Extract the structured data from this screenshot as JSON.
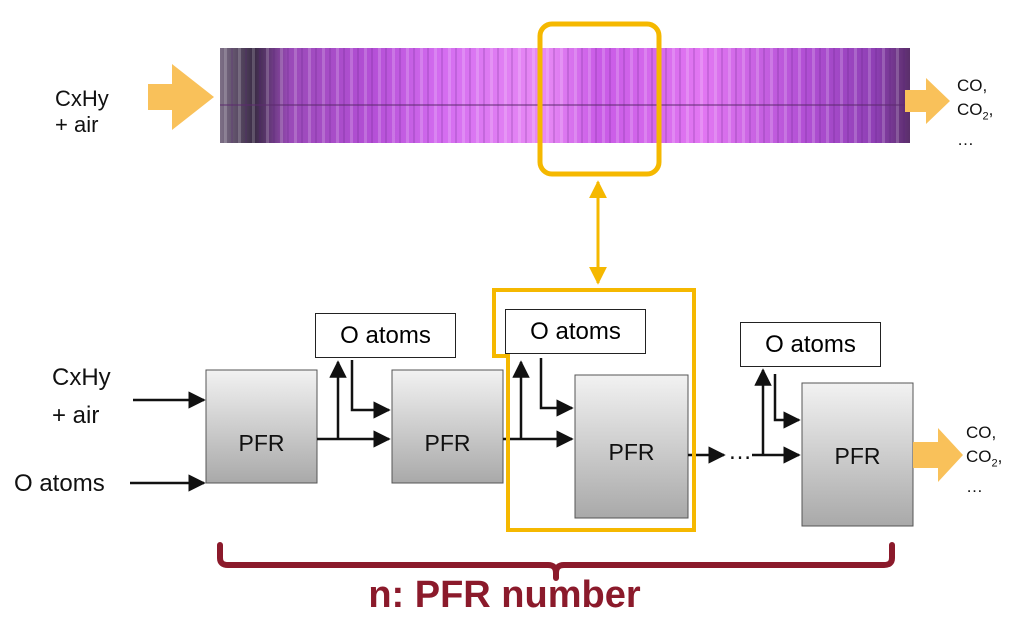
{
  "flame_panel": {
    "left_input": [
      "CxHy",
      "+ air"
    ],
    "right_output": [
      "CO,",
      "CO",
      "2",
      ",",
      "…"
    ]
  },
  "diagram": {
    "inputs": [
      "CxHy",
      "+ air",
      "O atoms"
    ],
    "reactor_label": "PFR",
    "o_atoms_label": "O atoms",
    "ellipsis": "…",
    "right_output": [
      "CO,",
      "CO",
      "2",
      ",",
      "…"
    ]
  },
  "footer": "n: PFR number",
  "colors": {
    "highlight": "#f5b800",
    "arrow_fill": "#f9c15a",
    "brace": "#8b1a2b",
    "flame": "#cc55e6"
  }
}
